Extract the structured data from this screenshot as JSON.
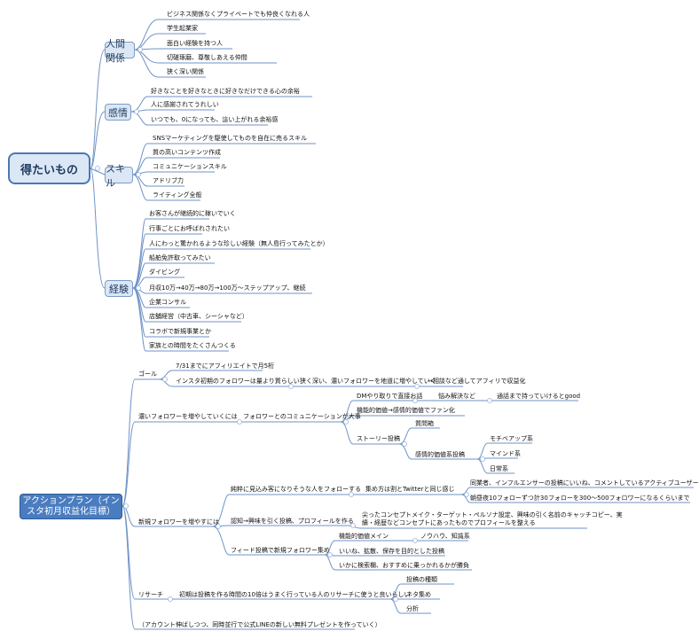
{
  "map1": {
    "root": "得たいもの",
    "branches": [
      {
        "label": "人間関係",
        "items": [
          "ビジネス関係なくプライベートでも仲良くなれる人",
          "学生起業家",
          "面白い経験を持つ人",
          "切磋琢磨、尊敬しあえる仲間",
          "狭く深い関係"
        ]
      },
      {
        "label": "感情",
        "items": [
          "好きなことを好きなときに好きなだけできる心の余裕",
          "人に感謝されてうれしい",
          "いつでも、0になっても、這い上がれる余裕感"
        ]
      },
      {
        "label": "スキル",
        "items": [
          "SNSマーケティングを駆使してものを自在に売るスキル",
          "質の高いコンテンツ作成",
          "コミュニケーションスキル",
          "アドリブ力",
          "ライティング全般"
        ]
      },
      {
        "label": "経験",
        "items": [
          "お客さんが継続的に稼いでいく",
          "行事ごとにお呼ばれされたい",
          "人にわっと驚かれるような珍しい経験（無人島行ってみたとか）",
          "船舶免許取ってみたい",
          "ダイビング",
          "月収10万→40万→80万→100万～ステップアップ、継続",
          "企業コンサル",
          "店舗経営（中古車、シーシャなど）",
          "コラボで新規事業とか",
          "家族との時間をたくさんつくる"
        ]
      }
    ]
  },
  "map2": {
    "root": "アクションプラン（インスタ初月収益化目標）",
    "goal": {
      "label": "ゴール",
      "items": [
        "7/31までにアフィリエイトで月5桁",
        "インスタ初期のフォロワーは量より質らしい",
        "狭く深い、濃いフォロワーを地道に増やしていく",
        "→相談など通してアフィリで収益化"
      ]
    },
    "deep": {
      "label": "濃いフォロワーを増やしていくには",
      "l1": "フォロワーとのコミュニケーションが大事",
      "dm": "DMやり取りで直接お話",
      "worry": "悩み解決など",
      "call": "通話まで持っていけるとgood",
      "func": "機能的価値→感情的価値でファン化",
      "story": "ストーリー投稿",
      "question": "質問箱",
      "emo": "感情的価値系投稿",
      "emo_items": [
        "モチベアップ系",
        "マインド系",
        "日常系"
      ]
    },
    "newf": {
      "label": "新規フォロワーを増やすには",
      "a": "純粋に見込み客になりそうな人をフォローする",
      "a1": "集め方は割とTwitterと同じ感じ",
      "a1_items": [
        "同業者、インフルエンサーの投稿にいいね、コメントしているアクティブユーザーをフォロー",
        "朝昼夜10フォローずつ計30フォローを300～500フォロワーになるくらいまで"
      ],
      "b": "認知→興味を引く投稿、プロフィールを作る",
      "b_lines": [
        "尖ったコンセプトメイク・ターゲット・ペルソナ設定、興味の引く名前のキャッチコピー、実",
        "績・経歴などコンセプトにあったものでプロフィールを整える"
      ],
      "c": "フィード投稿で新規フォロワー集め",
      "c1": "機能的価値メイン",
      "c1a": "ノウハウ、知識系",
      "c2": "いいね、拡散、保存を目的とした投稿",
      "c3": "いかに検索欄、おすすめに乗っかれるかが勝負"
    },
    "research": {
      "label": "リサーチ",
      "text": "初期は投稿を作る時間の10倍はうまく行っている人のリサーチに使うと良いらしい",
      "items": [
        "投稿の種類",
        "ネタ集め",
        "分析"
      ]
    },
    "note": "（アカウント伸ばしつつ、同時並行で公式LINEの新しい無料プレゼントを作っていく）"
  }
}
